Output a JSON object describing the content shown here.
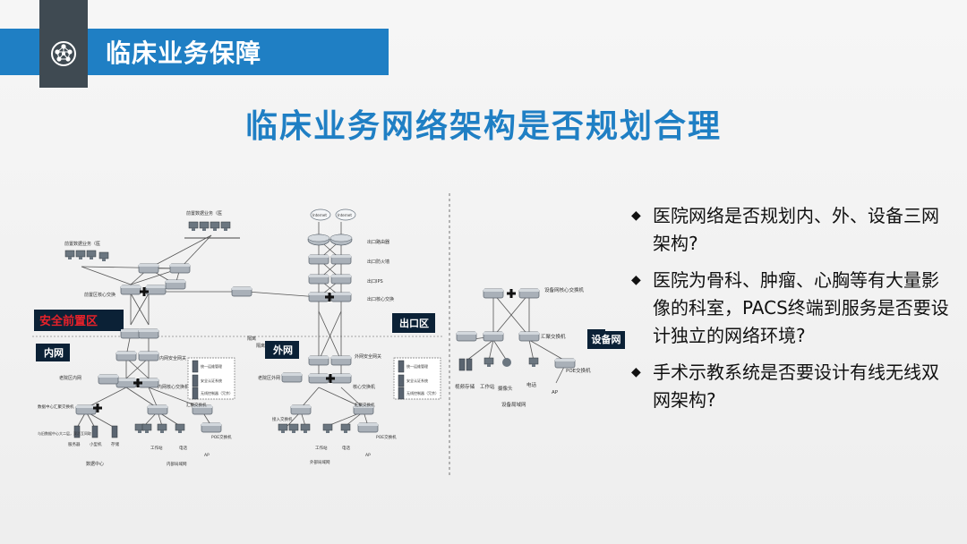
{
  "header": {
    "title": "临床业务保障",
    "logo_icon": "network-globe-icon"
  },
  "main_title": "临床业务网络架构是否规划合理",
  "bullets": [
    "医院网络是否规划内、外、设备三网架构?",
    "医院为骨科、肿瘤、心胸等有大量影像的科室，PACS终端到服务是否要设计独立的网络环境?",
    "手术示教系统是否要设计有线无线双网架构?"
  ],
  "diagram": {
    "zone_labels": {
      "security_front": "安全前置区",
      "intranet": "内网",
      "extranet": "外网",
      "exit_zone": "出口区",
      "device_net": "设备网"
    },
    "small_labels": {
      "cloud1": "Internet",
      "cloud2": "Internet",
      "ext_biz1": "前置数据业务（医",
      "ext_biz2": "前置数据业务（医",
      "pre_core": "前置区核心交换",
      "exit_router": "出口路由器",
      "exit_fw": "出口防火墙",
      "exit_ips": "出口IPS",
      "exit_core": "出口核心交换",
      "isolation": "隔离",
      "isolation2": "隔离",
      "in_security_gw": "内网安全网关",
      "in_core": "内网核心交换机",
      "ex_security_gw": "外网安全网关",
      "ex_core": "核心交换机",
      "hosp_in": "老院区内网",
      "hosp_ex": "老院区外网",
      "dc_agg": "数据中心汇聚交换机",
      "agg_in": "汇聚交换机",
      "agg_ex": "汇聚交换机",
      "access_ex": "接入交换机",
      "poe_in": "POE交换机",
      "poe_ex": "POE交换机",
      "ap_in": "AP",
      "ap_ex": "AP",
      "svc1": "统一运维管理",
      "svc2": "安全认证系统",
      "svc3": "无线控制器（冗余）",
      "svc4": "统一运维管理",
      "svc5": "安全认证系统",
      "svc6": "无线控制器（冗余）",
      "dc_left": "与旧数据中心大二层，双活互同取",
      "servers": "服务器",
      "minicomputer": "小型机",
      "storage": "存储",
      "dc": "数据中心",
      "ws_in": "工作站",
      "phone_in": "电话",
      "ws_ex": "工作站",
      "phone_ex": "电话",
      "lan_in": "内部局域网",
      "lan_ex": "外部局域网",
      "dev_core": "设备网核心交换机",
      "dev_agg": "汇聚交换机",
      "dev_video": "视频存储",
      "dev_ws": "工作站",
      "dev_cam": "摄像头",
      "dev_phone": "电话",
      "dev_ap": "AP",
      "dev_poe": "POE交换机",
      "dev_lan": "设备局域网"
    }
  },
  "colors": {
    "accent": "#1f7fc4",
    "logo_bg": "#3f4a52",
    "zone_red": "#e8212a",
    "zone_dark": "#0b2136"
  }
}
